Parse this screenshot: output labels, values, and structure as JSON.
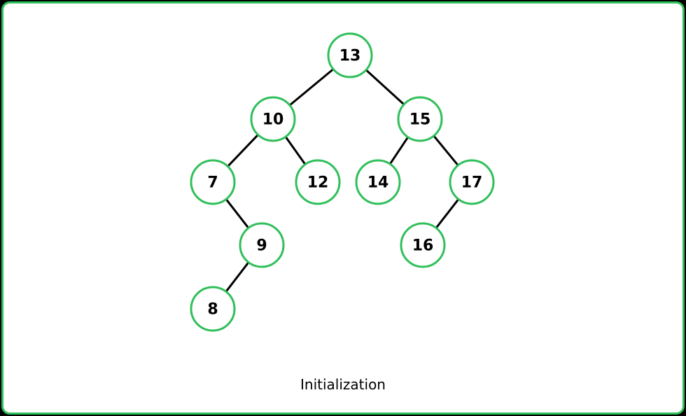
{
  "diagram": {
    "caption": "Initialization",
    "colors": {
      "node_border": "#2fbf5a",
      "frame_border": "#2fbf5a",
      "edge": "#000000",
      "background": "#ffffff"
    },
    "nodes": [
      {
        "id": "n13",
        "label": "13"
      },
      {
        "id": "n10",
        "label": "10"
      },
      {
        "id": "n15",
        "label": "15"
      },
      {
        "id": "n7",
        "label": "7"
      },
      {
        "id": "n12",
        "label": "12"
      },
      {
        "id": "n14",
        "label": "14"
      },
      {
        "id": "n17",
        "label": "17"
      },
      {
        "id": "n9",
        "label": "9"
      },
      {
        "id": "n16",
        "label": "16"
      },
      {
        "id": "n8",
        "label": "8"
      }
    ],
    "edges": [
      {
        "from": "n13",
        "to": "n10"
      },
      {
        "from": "n13",
        "to": "n15"
      },
      {
        "from": "n10",
        "to": "n7"
      },
      {
        "from": "n10",
        "to": "n12"
      },
      {
        "from": "n15",
        "to": "n14"
      },
      {
        "from": "n15",
        "to": "n17"
      },
      {
        "from": "n7",
        "to": "n9"
      },
      {
        "from": "n17",
        "to": "n16"
      },
      {
        "from": "n9",
        "to": "n8"
      }
    ]
  }
}
